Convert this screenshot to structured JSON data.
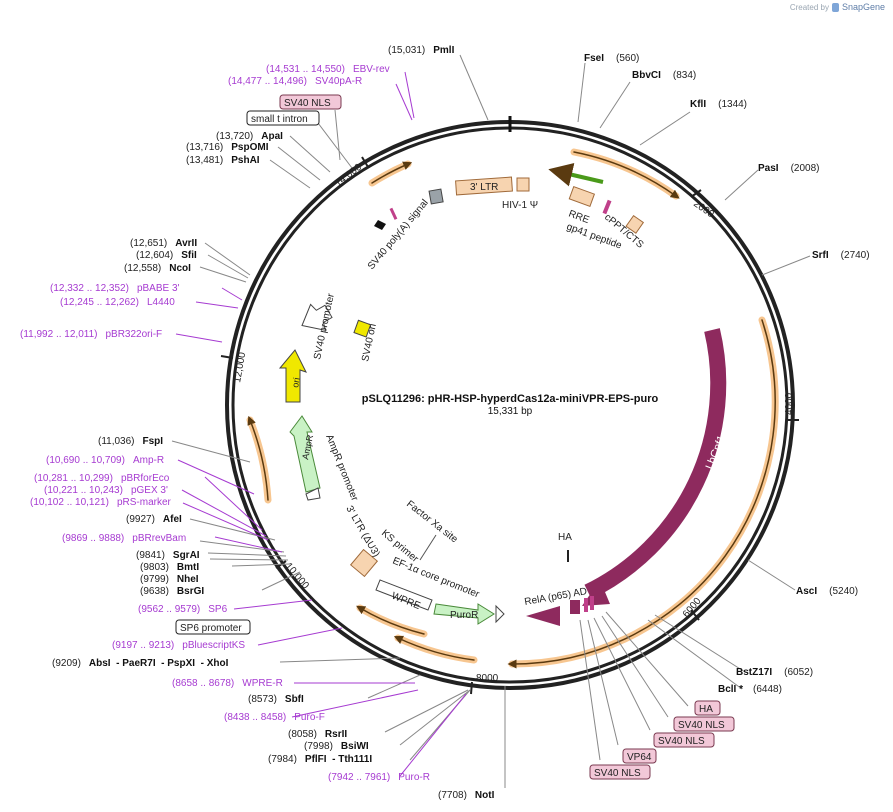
{
  "credit": {
    "created_by": "Created by",
    "brand": "SnapGene"
  },
  "title": "pSLQ11296: pHR-HSP-hyperdCas12a-miniVPR-EPS-puro",
  "subtitle": "15,331 bp",
  "colors": {
    "purple": "#a63bd1",
    "backbone": "#222222",
    "primer": "#9933cc",
    "feature_orange": "#f7c690"
  },
  "ticks": [
    "2000",
    "4000",
    "6000",
    "8000",
    "10,000",
    "12,000",
    "14,000"
  ],
  "labels": [
    {
      "pos": "(15,031)",
      "name": "PmlI",
      "type": "site"
    },
    {
      "pos": "(560)",
      "name": "FseI",
      "type": "site"
    },
    {
      "pos": "(834)",
      "name": "BbvCI",
      "type": "site"
    },
    {
      "pos": "(1344)",
      "name": "KflI",
      "type": "site"
    },
    {
      "pos": "(2008)",
      "name": "PasI",
      "type": "site"
    },
    {
      "pos": "(2740)",
      "name": "SrfI",
      "type": "site"
    },
    {
      "pos": "(5240)",
      "name": "AscI",
      "type": "site"
    },
    {
      "pos": "(6052)",
      "name": "BstZ17I",
      "type": "site"
    },
    {
      "pos": "(6448)",
      "name": "BclI *",
      "type": "site"
    },
    {
      "pos": "(7708)",
      "name": "NotI",
      "type": "site"
    },
    {
      "pos": "(7942 .. 7961)",
      "name": "Puro-R",
      "type": "primer"
    },
    {
      "pos": "(7984)",
      "name": "PflFI  - Tth111I",
      "type": "site"
    },
    {
      "pos": "(7998)",
      "name": "BsiWI",
      "type": "site"
    },
    {
      "pos": "(8058)",
      "name": "RsrII",
      "type": "site"
    },
    {
      "pos": "(8438 .. 8458)",
      "name": "Puro-F",
      "type": "primer"
    },
    {
      "pos": "(8573)",
      "name": "SbfI",
      "type": "site"
    },
    {
      "pos": "(8658 .. 8678)",
      "name": "WPRE-R",
      "type": "primer"
    },
    {
      "pos": "(9209)",
      "name": "AbsI  - PaeR7I  - PspXI  - XhoI",
      "type": "site"
    },
    {
      "pos": "(9197 .. 9213)",
      "name": "pBluescriptKS",
      "type": "primer"
    },
    {
      "pos": "(9562 .. 9579)",
      "name": "SP6",
      "type": "primer"
    },
    {
      "pos": "(9638)",
      "name": "BsrGI",
      "type": "site"
    },
    {
      "pos": "(9799)",
      "name": "NheI",
      "type": "site"
    },
    {
      "pos": "(9803)",
      "name": "BmtI",
      "type": "site"
    },
    {
      "pos": "(9841)",
      "name": "SgrAI",
      "type": "site"
    },
    {
      "pos": "(9869 .. 9888)",
      "name": "pBRrevBam",
      "type": "primer"
    },
    {
      "pos": "(9927)",
      "name": "AfeI",
      "type": "site"
    },
    {
      "pos": "(10,102 .. 10,121)",
      "name": "pRS-marker",
      "type": "primer"
    },
    {
      "pos": "(10,221 .. 10,243)",
      "name": "pGEX 3'",
      "type": "primer"
    },
    {
      "pos": "(10,281 .. 10,299)",
      "name": "pBRforEco",
      "type": "primer"
    },
    {
      "pos": "(10,690 .. 10,709)",
      "name": "Amp-R",
      "type": "primer"
    },
    {
      "pos": "(11,036)",
      "name": "FspI",
      "type": "site"
    },
    {
      "pos": "(11,992 .. 12,011)",
      "name": "pBR322ori-F",
      "type": "primer"
    },
    {
      "pos": "(12,245 .. 12,262)",
      "name": "L4440",
      "type": "primer"
    },
    {
      "pos": "(12,332 .. 12,352)",
      "name": "pBABE 3'",
      "type": "primer"
    },
    {
      "pos": "(12,558)",
      "name": "NcoI",
      "type": "site"
    },
    {
      "pos": "(12,604)",
      "name": "SfiI",
      "type": "site"
    },
    {
      "pos": "(12,651)",
      "name": "AvrII",
      "type": "site"
    },
    {
      "pos": "(13,481)",
      "name": "PshAI",
      "type": "site"
    },
    {
      "pos": "(13,716)",
      "name": "PspOMI",
      "type": "site"
    },
    {
      "pos": "(13,720)",
      "name": "ApaI",
      "type": "site"
    },
    {
      "pos": "(14,477 .. 14,496)",
      "name": "SV40pA-R",
      "type": "primer"
    },
    {
      "pos": "(14,531 .. 14,550)",
      "name": "EBV-rev",
      "type": "primer"
    }
  ],
  "boxed": {
    "sv40_nls_top": "SV40 NLS",
    "small_t_intron": "small t intron",
    "sp6_promoter": "SP6 promoter",
    "ha": "HA",
    "sv40_nls_1": "SV40 NLS",
    "sv40_nls_2": "SV40 NLS",
    "vp64": "VP64",
    "sv40_nls_3": "SV40 NLS"
  },
  "features": {
    "ltr3_top": "3' LTR",
    "hiv1_psi": "HIV-1 Ψ",
    "rre": "RRE",
    "gp41": "gp41 peptide",
    "cppt": "cPPT/CTS",
    "sv40_polya": "SV40 poly(A) signal",
    "sv40_promoter": "SV40 promoter",
    "sv40_ori": "SV40 ori",
    "ori": "ori",
    "ampr_promoter": "AmpR promoter",
    "ampr": "AmpR",
    "ltr3_du3": "3' LTR (ΔU3)",
    "ks_primer": "KS primer",
    "factor_xa": "Factor Xa site",
    "ef1a": "EF-1α core promoter",
    "wpre": "WPRE",
    "puror": "PuroR",
    "rela": "RelA (p65) AD",
    "ha_inner": "HA",
    "lbcpf1": "LbCpf1"
  }
}
